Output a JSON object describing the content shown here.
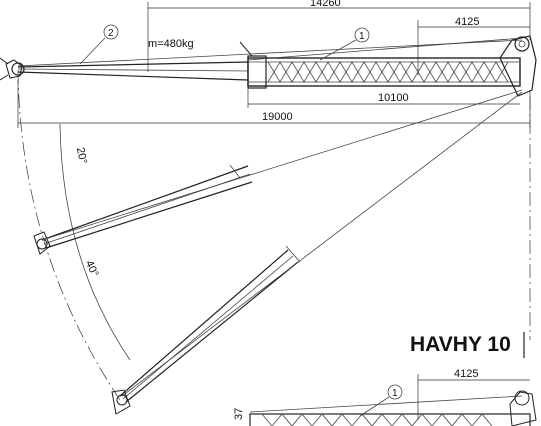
{
  "drawing": {
    "dimensions": {
      "top_total": "14260",
      "tip_length": "4125",
      "boom_mid": "10100",
      "overall": "19000",
      "tip_length_lower": "4125",
      "cut_number": "37"
    },
    "load_label": "m=480kg",
    "callouts": {
      "one": "1",
      "two": "2",
      "one_lower": "1"
    },
    "angles": {
      "a20": "20°",
      "a40": "40°"
    },
    "model": "HAVHY 10"
  }
}
